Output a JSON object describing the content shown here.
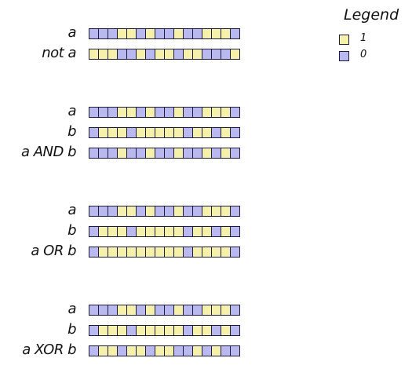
{
  "colors": {
    "one": "#f5f0aa",
    "zero": "#b9b9f0",
    "outline": "#1b1b40"
  },
  "legend": {
    "title": "Legend",
    "items": [
      {
        "label": "1",
        "value": 1
      },
      {
        "label": "0",
        "value": 0
      }
    ]
  },
  "groups": [
    {
      "rows": [
        {
          "label": "a",
          "bits": [
            0,
            0,
            0,
            1,
            1,
            0,
            1,
            0,
            0,
            1,
            0,
            0,
            1,
            1,
            1,
            0
          ]
        },
        {
          "label": "not a",
          "bits": [
            1,
            1,
            1,
            0,
            0,
            1,
            0,
            1,
            1,
            0,
            1,
            1,
            0,
            0,
            0,
            1
          ]
        }
      ]
    },
    {
      "rows": [
        {
          "label": "a",
          "bits": [
            0,
            0,
            0,
            1,
            1,
            0,
            1,
            0,
            0,
            1,
            0,
            0,
            1,
            1,
            1,
            0
          ]
        },
        {
          "label": "b",
          "bits": [
            0,
            1,
            1,
            1,
            0,
            1,
            1,
            1,
            1,
            1,
            0,
            1,
            1,
            0,
            1,
            0
          ]
        },
        {
          "label": "a AND b",
          "bits": [
            0,
            0,
            0,
            1,
            0,
            0,
            1,
            0,
            0,
            1,
            0,
            0,
            1,
            0,
            1,
            0
          ]
        }
      ]
    },
    {
      "rows": [
        {
          "label": "a",
          "bits": [
            0,
            0,
            0,
            1,
            1,
            0,
            1,
            0,
            0,
            1,
            0,
            0,
            1,
            1,
            1,
            0
          ]
        },
        {
          "label": "b",
          "bits": [
            0,
            1,
            1,
            1,
            0,
            1,
            1,
            1,
            1,
            1,
            0,
            1,
            1,
            0,
            1,
            0
          ]
        },
        {
          "label": "a OR b",
          "bits": [
            0,
            1,
            1,
            1,
            1,
            1,
            1,
            1,
            1,
            1,
            0,
            1,
            1,
            1,
            1,
            0
          ]
        }
      ]
    },
    {
      "rows": [
        {
          "label": "a",
          "bits": [
            0,
            0,
            0,
            1,
            1,
            0,
            1,
            0,
            0,
            1,
            0,
            0,
            1,
            1,
            1,
            0
          ]
        },
        {
          "label": "b",
          "bits": [
            0,
            1,
            1,
            1,
            0,
            1,
            1,
            1,
            1,
            1,
            0,
            1,
            1,
            0,
            1,
            0
          ]
        },
        {
          "label": "a XOR b",
          "bits": [
            0,
            1,
            1,
            0,
            1,
            1,
            0,
            1,
            1,
            0,
            0,
            1,
            0,
            1,
            0,
            0
          ]
        }
      ]
    }
  ]
}
